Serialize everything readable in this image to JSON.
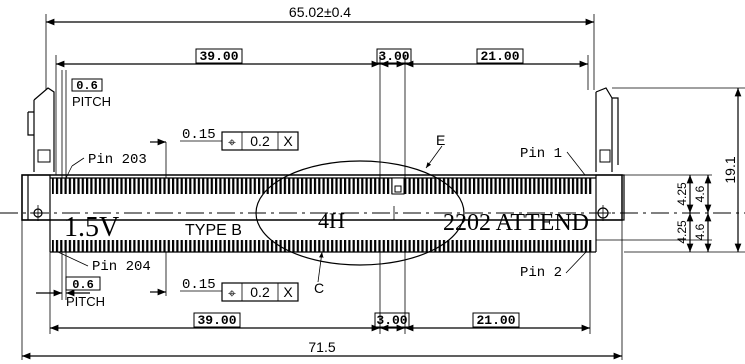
{
  "dims": {
    "overall_length": "65.02±0.4",
    "bottom_overall": "71.5",
    "top_left_seg": "39.00",
    "top_mid_seg": "3.00",
    "top_right_seg": "21.00",
    "bottom_left_seg": "39.00",
    "bottom_mid_seg": "3.00",
    "bottom_right_seg": "21.00",
    "height_total": "19.1",
    "right_425_top": "4.25",
    "right_46_top": "4.6",
    "right_425_bot": "4.25",
    "right_46_bot": "4.6"
  },
  "pitch": {
    "top_value": "0.6",
    "top_label": "PITCH",
    "bottom_value": "0.6",
    "bottom_label": "PITCH"
  },
  "tolerance": {
    "top_offset": "0.15",
    "top_symbol": "⌖",
    "top_value": "0.2",
    "top_datum": "X",
    "bottom_offset": "0.15",
    "bottom_symbol": "⌖",
    "bottom_value": "0.2",
    "bottom_datum": "X"
  },
  "pins": {
    "pin203": "Pin 203",
    "pin204": "Pin 204",
    "pin1": "Pin 1",
    "pin2": "Pin 2"
  },
  "markings": {
    "voltage": "1.5V",
    "type": "TYPE B",
    "height_code": "4H",
    "brand": "2202 ATTEND"
  },
  "datums": {
    "upper": "E",
    "lower": "C"
  }
}
